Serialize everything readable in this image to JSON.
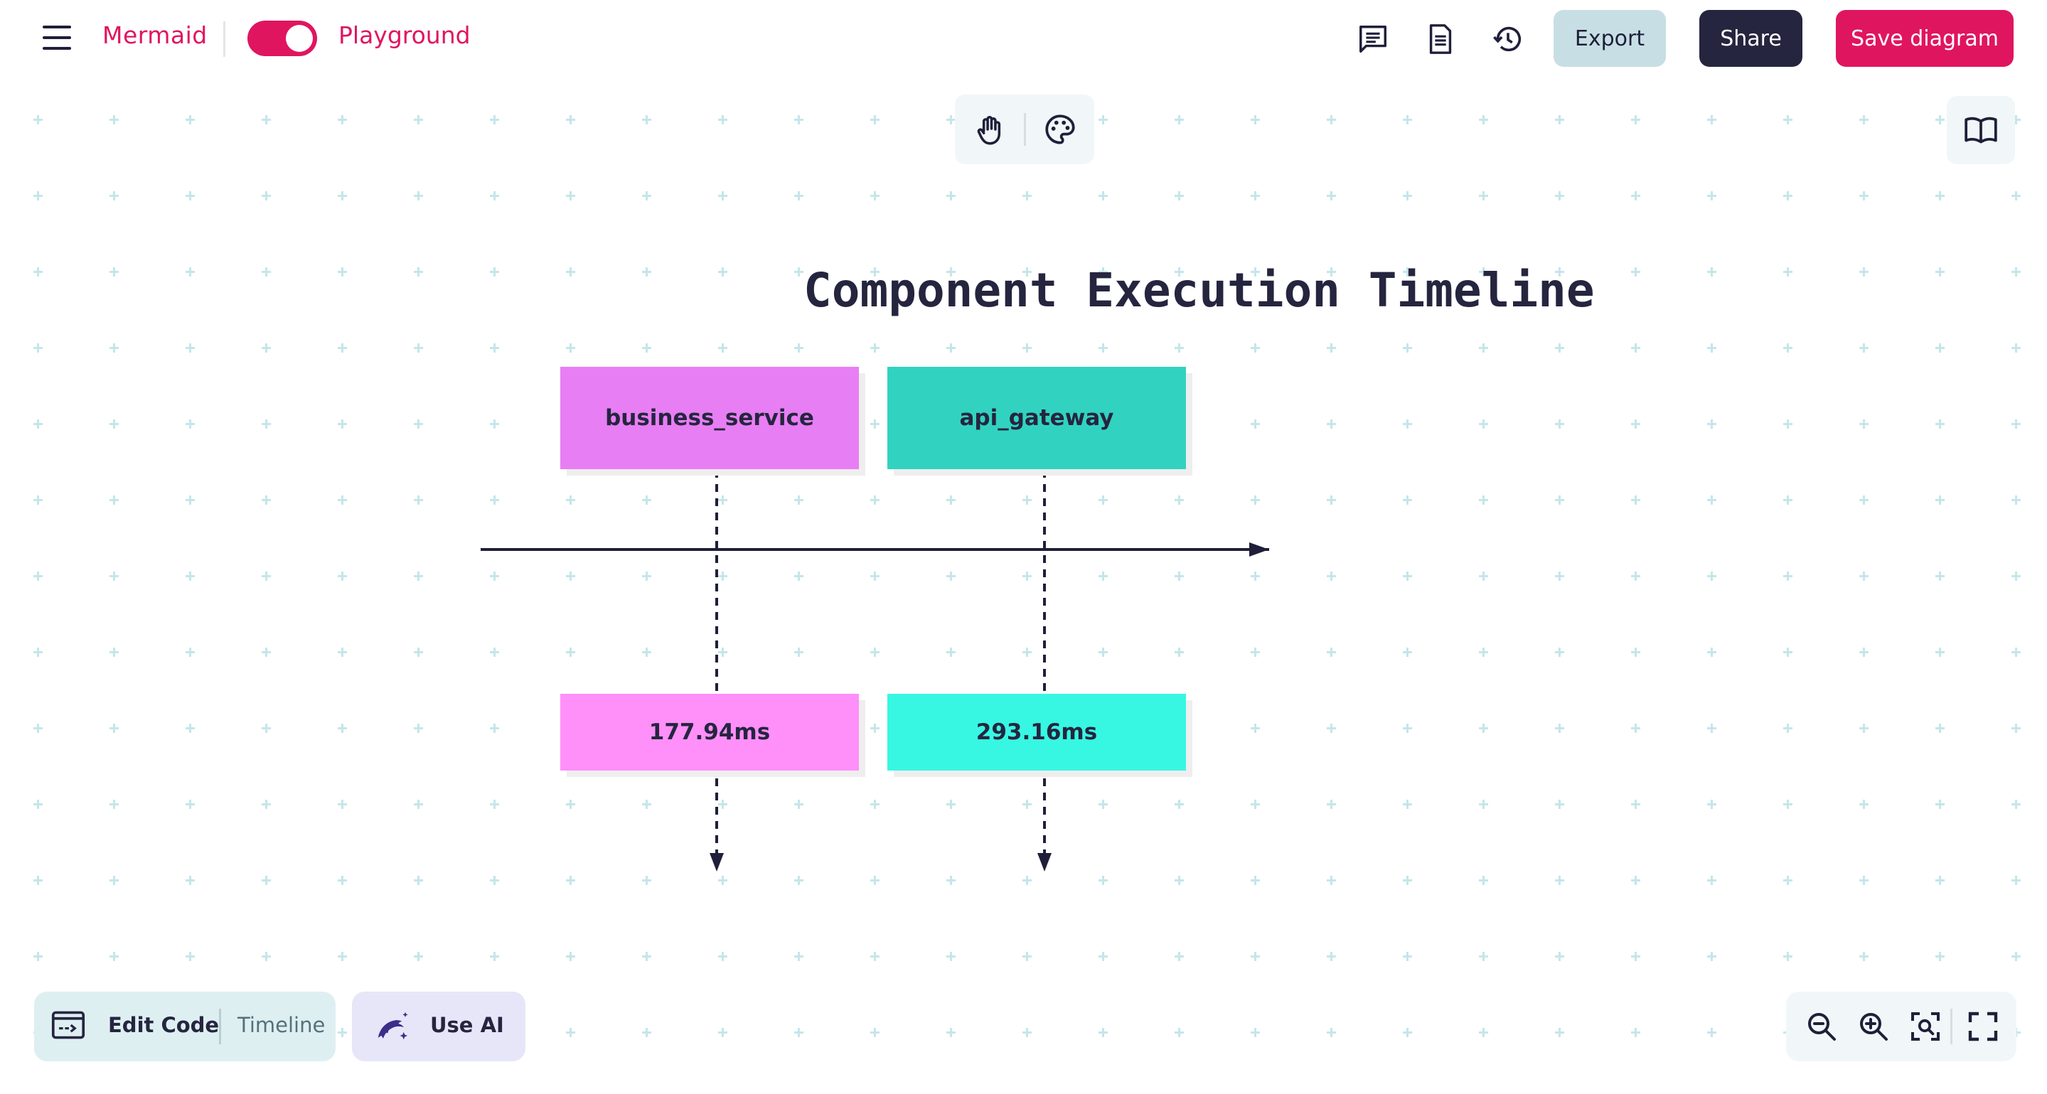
{
  "header": {
    "menu_icon": "hamburger-menu-icon",
    "brand": "Mermaid",
    "mode_toggle_on": true,
    "mode_label": "Playground",
    "icons": [
      "comment-icon",
      "document-icon",
      "history-icon"
    ],
    "export_label": "Export",
    "share_label": "Share",
    "save_label": "Save diagram"
  },
  "palette": {
    "tools": [
      "hand-pan-icon",
      "theme-palette-icon"
    ]
  },
  "docs_icon": "open-book-icon",
  "diagram": {
    "title": "Component Execution Timeline",
    "components": [
      {
        "name": "business_service",
        "duration": "177.94ms",
        "header_color": "#e87ef3",
        "duration_color": "#ff8ff9"
      },
      {
        "name": "api_gateway",
        "duration": "293.16ms",
        "header_color": "#31d3c0",
        "duration_color": "#37f7e3"
      }
    ]
  },
  "editor": {
    "code_icon": "code-window-icon",
    "edit_label": "Edit Code",
    "diagram_type": "Timeline"
  },
  "ai": {
    "icon": "ai-dolphin-sparkle-icon",
    "label": "Use AI"
  },
  "zoom": {
    "icons": [
      "zoom-out-icon",
      "zoom-in-icon",
      "zoom-fit-icon",
      "fullscreen-icon"
    ]
  },
  "colors": {
    "brand": "#e0155f",
    "dark": "#25253f",
    "grid": "#c4e6ea"
  }
}
